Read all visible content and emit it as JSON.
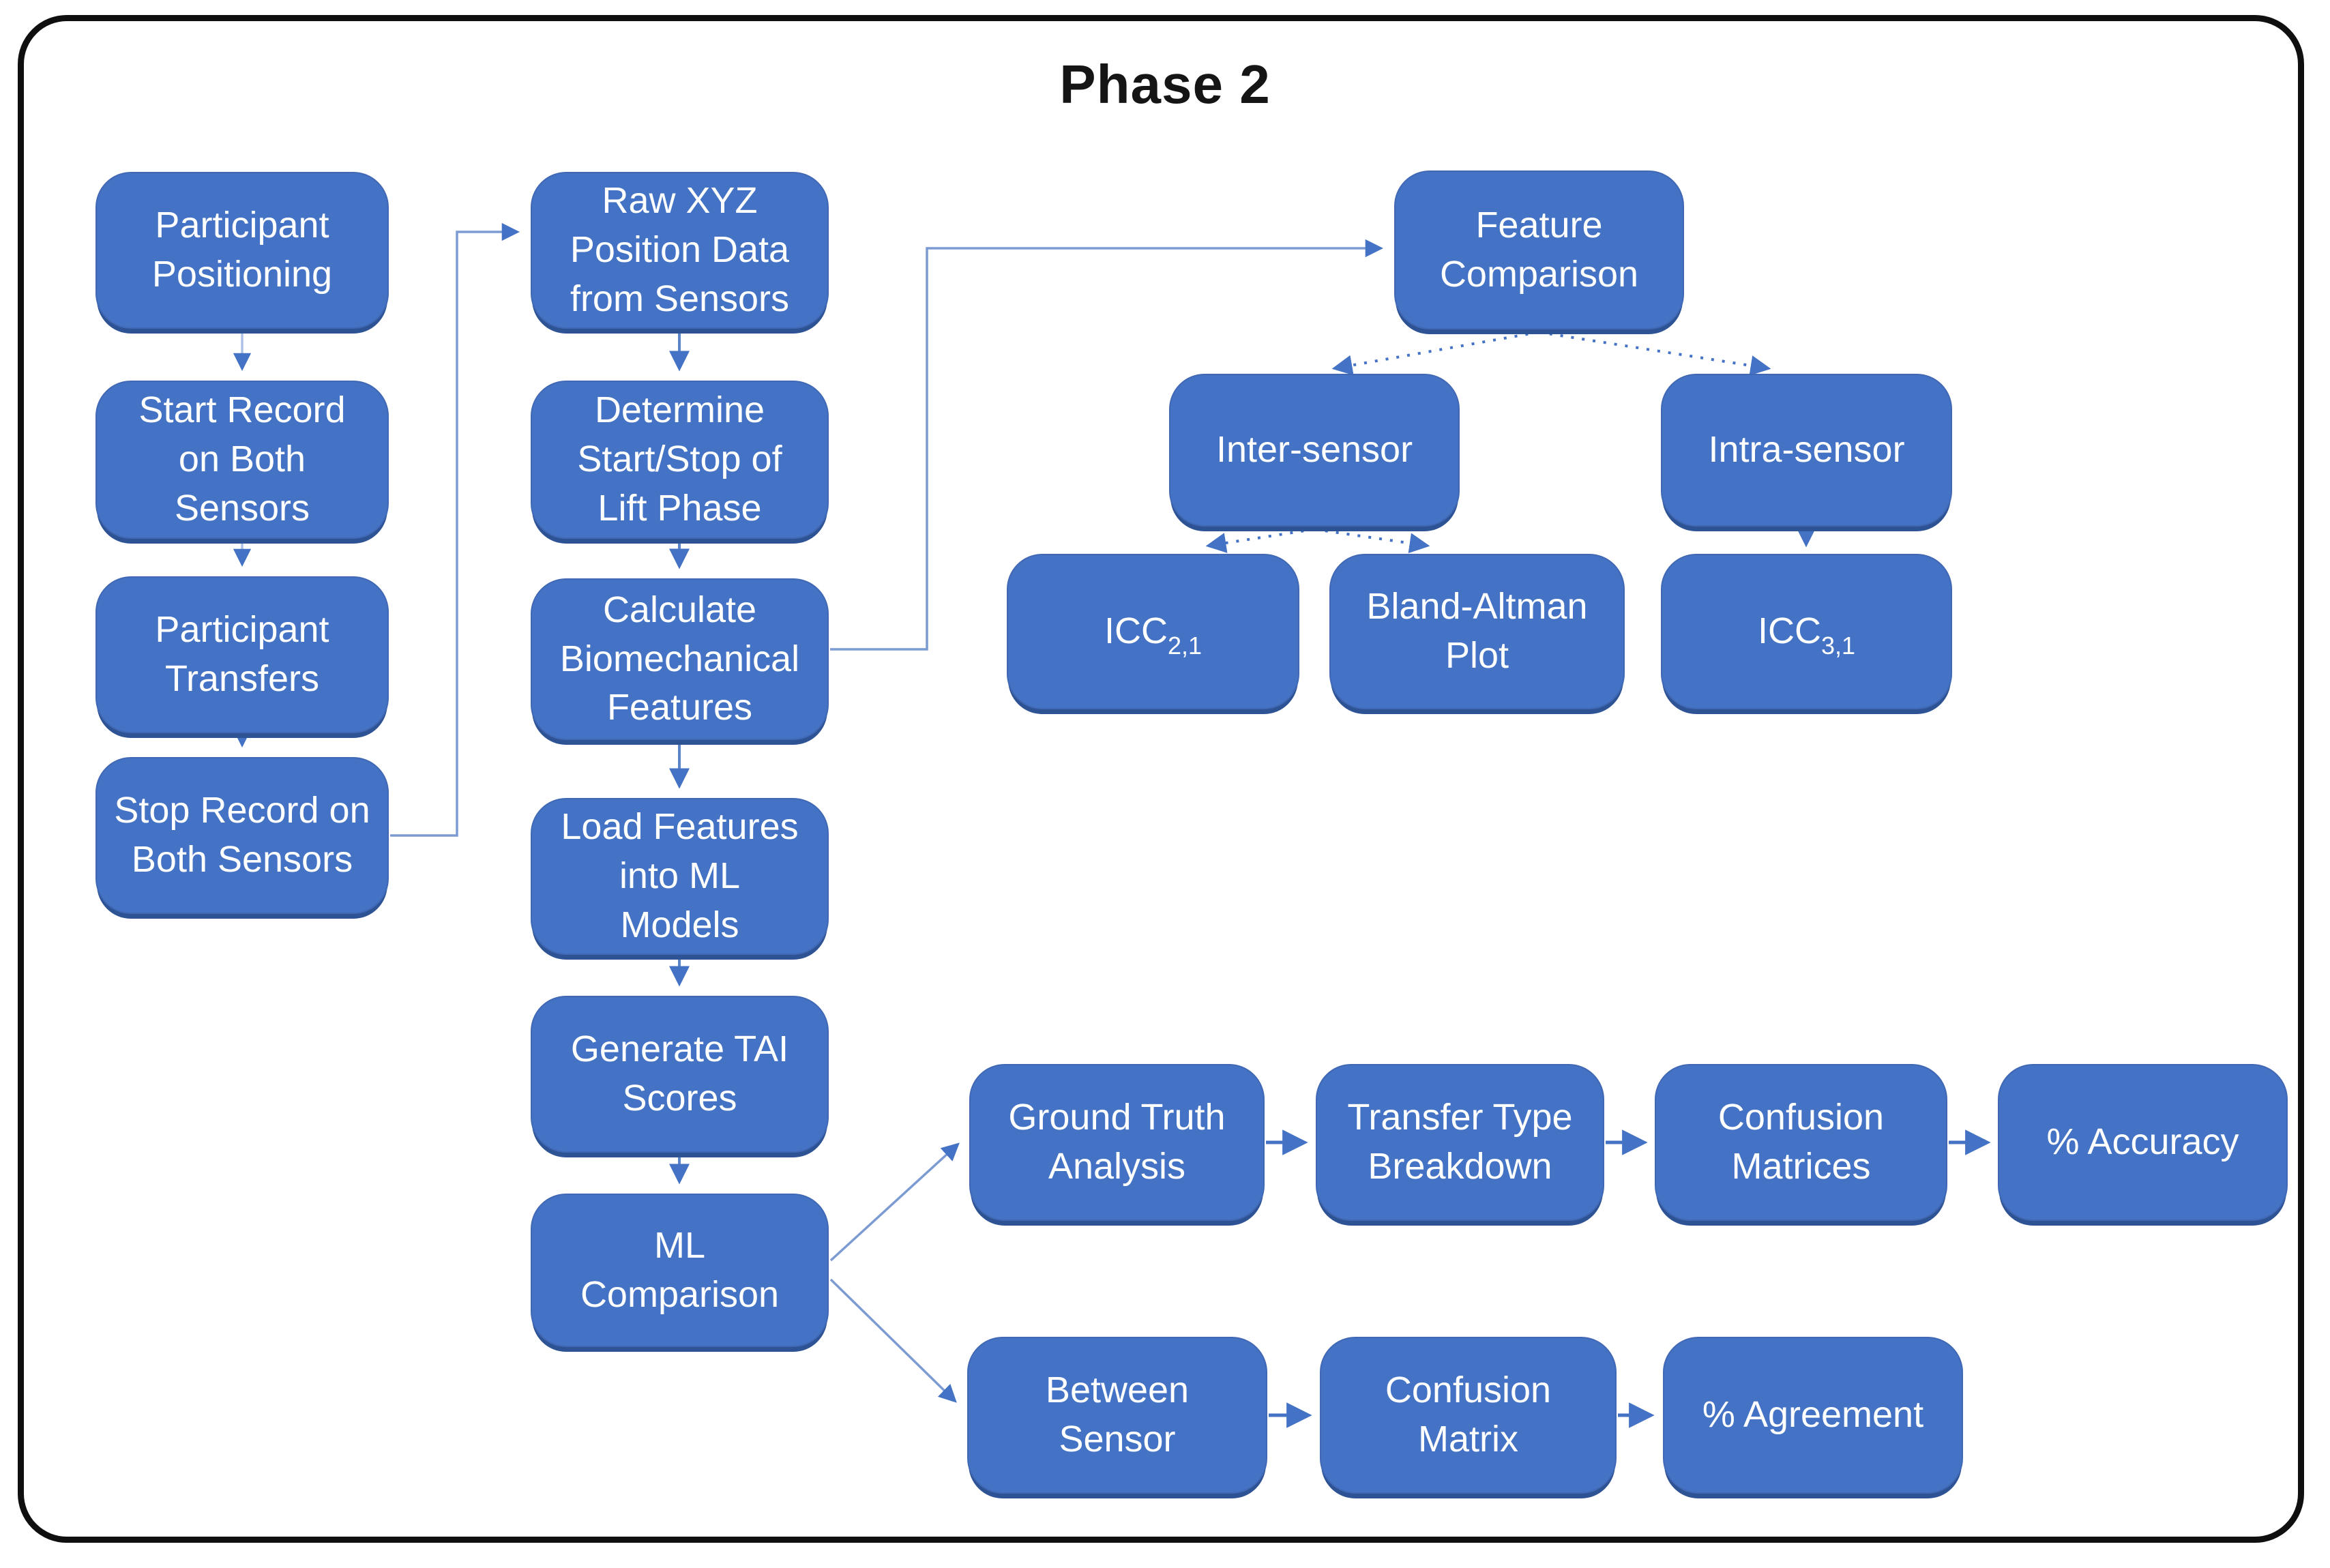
{
  "title": "Phase 2",
  "colors": {
    "box_fill": "#4472C4",
    "box_shadow": "#2E5395",
    "arrow_strong": "#4472C4",
    "arrow_medium": "#5B84C9",
    "arrow_light": "#AEC2E8",
    "frame_border": "#0F0F0F",
    "background": "#FFFFFF",
    "box_text": "#FFFFFF",
    "title_color": "#151515"
  },
  "nodes": {
    "participant_positioning": {
      "label": "Participant\nPositioning"
    },
    "start_record": {
      "label": "Start Record\non Both\nSensors"
    },
    "participant_transfers": {
      "label": "Participant\nTransfers"
    },
    "stop_record": {
      "label": "Stop Record on\nBoth Sensors"
    },
    "raw_xyz": {
      "label": "Raw XYZ\nPosition Data\nfrom Sensors"
    },
    "determine_start_stop": {
      "label": "Determine\nStart/Stop of\nLift Phase"
    },
    "calculate_biomech": {
      "label": "Calculate\nBiomechanical\nFeatures"
    },
    "load_features": {
      "label": "Load Features\ninto ML\nModels"
    },
    "generate_tai": {
      "label": "Generate TAI\nScores"
    },
    "ml_comparison": {
      "label": "ML\nComparison"
    },
    "feature_comparison": {
      "label": "Feature\nComparison"
    },
    "inter_sensor": {
      "label": "Inter-sensor"
    },
    "intra_sensor": {
      "label": "Intra-sensor"
    },
    "icc21": {
      "label": "ICC",
      "sub": "2,1"
    },
    "bland_altman": {
      "label": "Bland-Altman\nPlot"
    },
    "icc31": {
      "label": "ICC",
      "sub": "3,1"
    },
    "ground_truth": {
      "label": "Ground Truth\nAnalysis"
    },
    "transfer_type": {
      "label": "Transfer Type\nBreakdown"
    },
    "confusion_matrices": {
      "label": "Confusion\nMatrices"
    },
    "pct_accuracy": {
      "label": "% Accuracy"
    },
    "between_sensor": {
      "label": "Between\nSensor"
    },
    "confusion_matrix": {
      "label": "Confusion\nMatrix"
    },
    "pct_agreement": {
      "label": "% Agreement"
    }
  }
}
